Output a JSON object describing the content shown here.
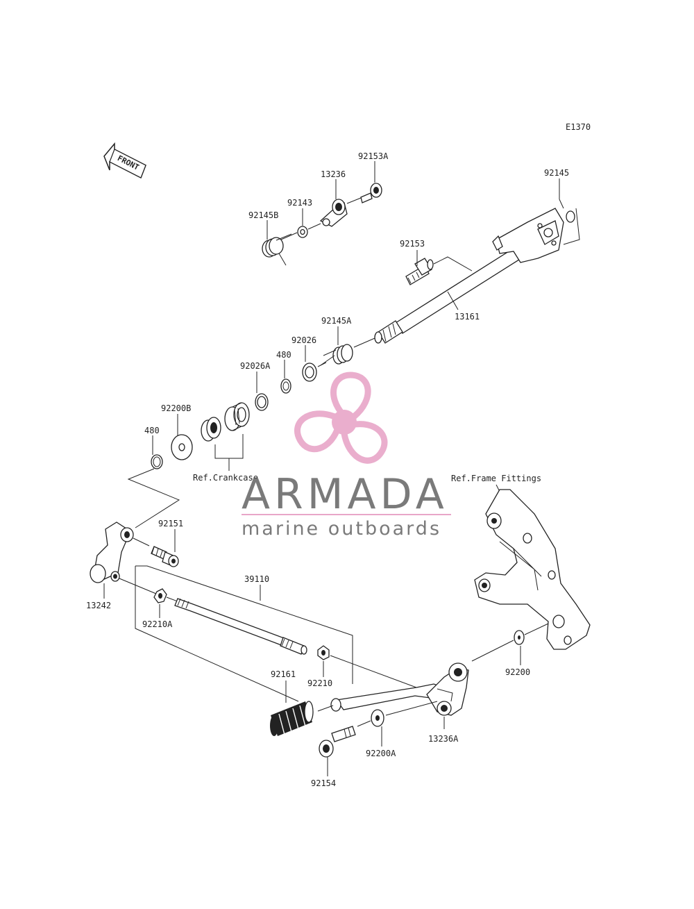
{
  "diagram": {
    "code": "E1370",
    "front_label": "FRONT",
    "parts": {
      "p92153A": "92153A",
      "p13236": "13236",
      "p92143": "92143",
      "p92145B": "92145B",
      "p92145": "92145",
      "p92153": "92153",
      "p13161": "13161",
      "p92145A": "92145A",
      "p92026": "92026",
      "p480a": "480",
      "p92026A": "92026A",
      "p92200B": "92200B",
      "p480b": "480",
      "p92151": "92151",
      "p13242": "13242",
      "p39110": "39110",
      "p92210A": "92210A",
      "p92210": "92210",
      "p92161": "92161",
      "p92154": "92154",
      "p92200A": "92200A",
      "p13236A": "13236A",
      "p92200": "92200"
    },
    "refs": {
      "crankcase": "Ref.Crankcase",
      "frame": "Ref.Frame Fittings"
    }
  },
  "watermark": {
    "brand": "ARMADA",
    "tagline": "marine outboards",
    "color": "#e8a6c8"
  }
}
